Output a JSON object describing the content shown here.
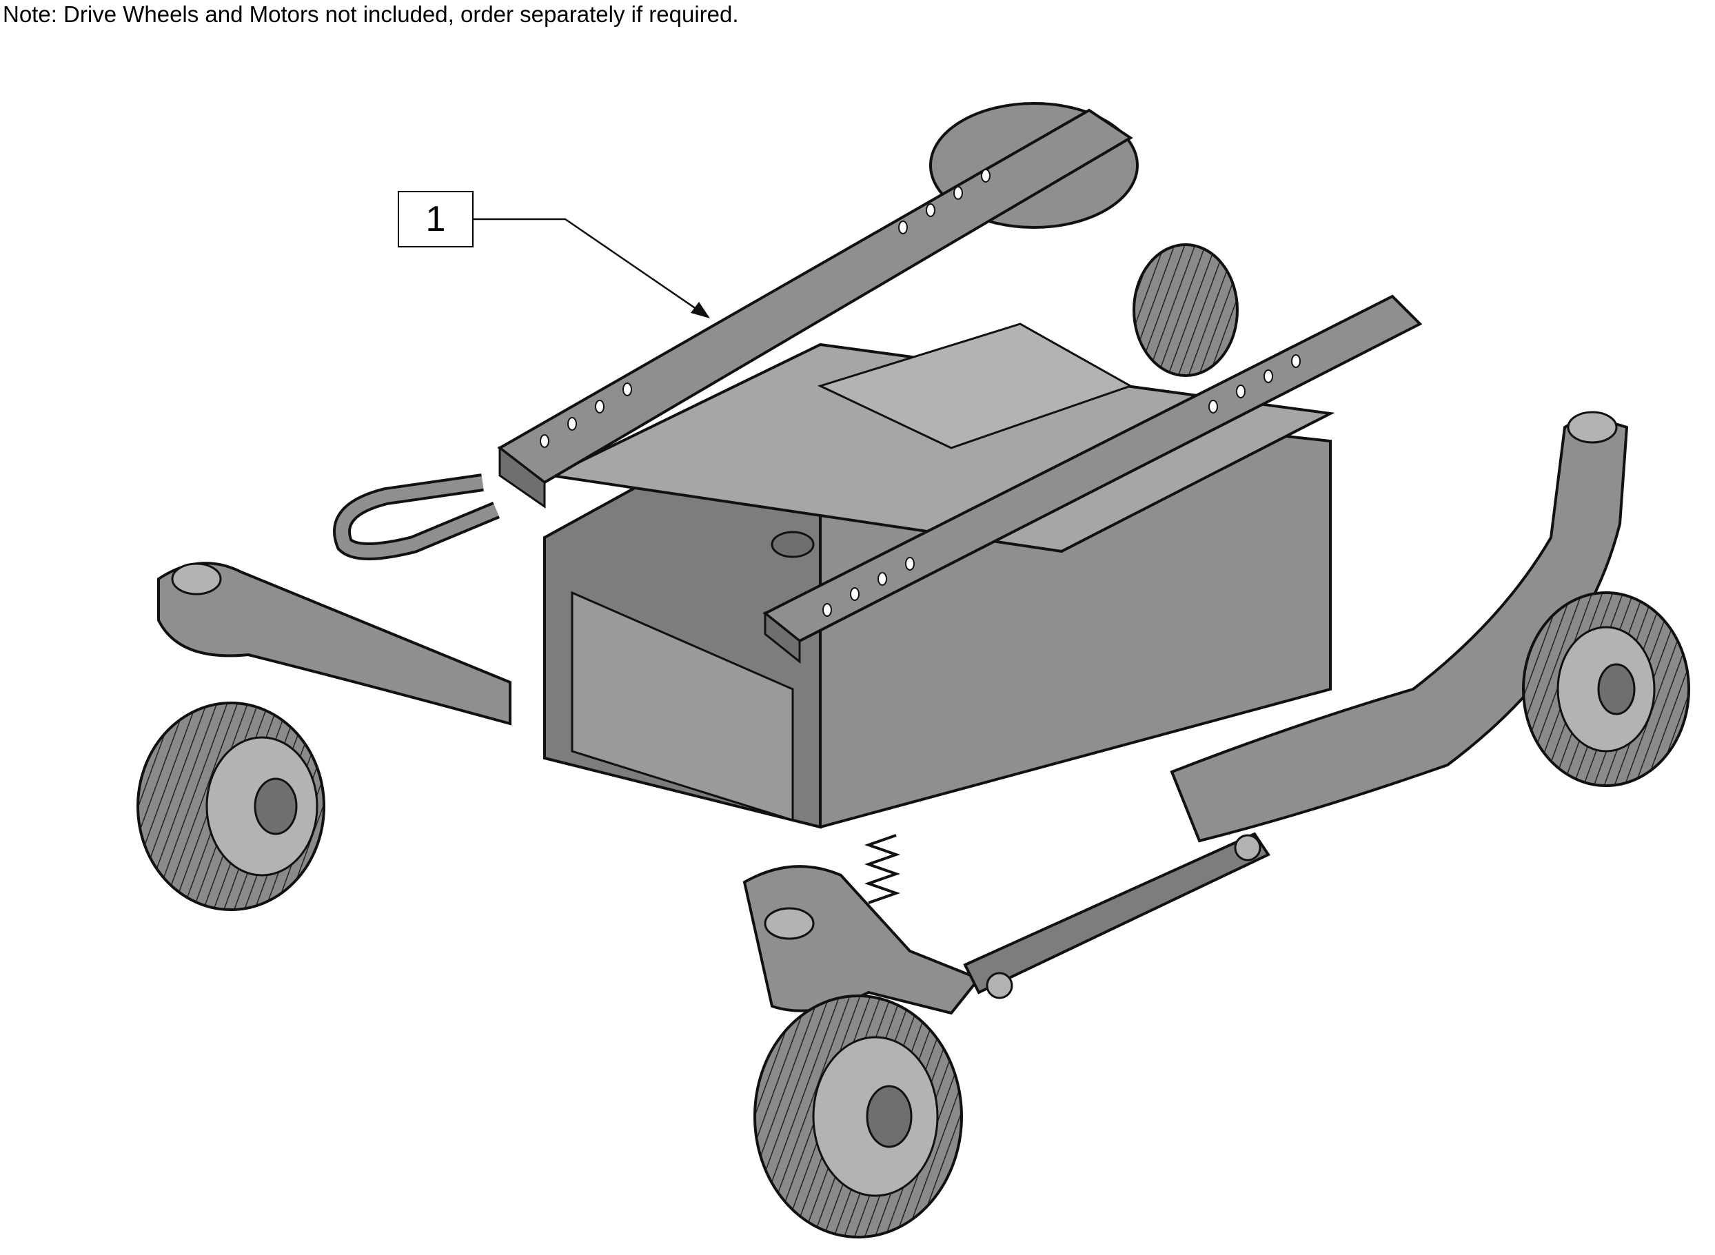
{
  "note": "Note: Drive Wheels and Motors not included, order separately if required.",
  "callouts": [
    {
      "label": "1"
    }
  ],
  "colors": {
    "fill": "#8f8f8f",
    "fill_light": "#b3b3b3",
    "fill_dark": "#6f6f6f",
    "line": "#111111"
  },
  "icons": [
    "callout-leader-arrow"
  ]
}
